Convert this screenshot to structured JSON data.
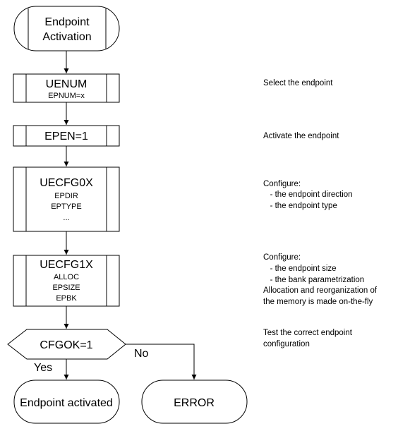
{
  "nodes": {
    "start": {
      "line1": "Endpoint",
      "line2": "Activation"
    },
    "uenum": {
      "title": "UENUM",
      "sub": [
        "EPNUM=x"
      ]
    },
    "epen": {
      "title": "EPEN=1"
    },
    "uecfg0x": {
      "title": "UECFG0X",
      "sub": [
        "EPDIR",
        "EPTYPE",
        "..."
      ]
    },
    "uecfg1x": {
      "title": "UECFG1X",
      "sub": [
        "ALLOC",
        "EPSIZE",
        "EPBK"
      ]
    },
    "decision": {
      "label": "CFGOK=1",
      "yes_label": "Yes",
      "no_label": "No"
    },
    "activated": {
      "label": "Endpoint activated"
    },
    "error": {
      "label": "ERROR"
    }
  },
  "notes": {
    "select": [
      "Select the endpoint"
    ],
    "activate": [
      "Activate the endpoint"
    ],
    "configure0": [
      "Configure:",
      "   - the endpoint direction",
      "   - the endpoint type"
    ],
    "configure1": [
      "Configure:",
      "   - the endpoint size",
      "   - the bank parametrization",
      "Allocation and reorganization of",
      "the memory is made on-the-fly"
    ],
    "test": [
      "Test the correct endpoint",
      "configuration"
    ]
  }
}
